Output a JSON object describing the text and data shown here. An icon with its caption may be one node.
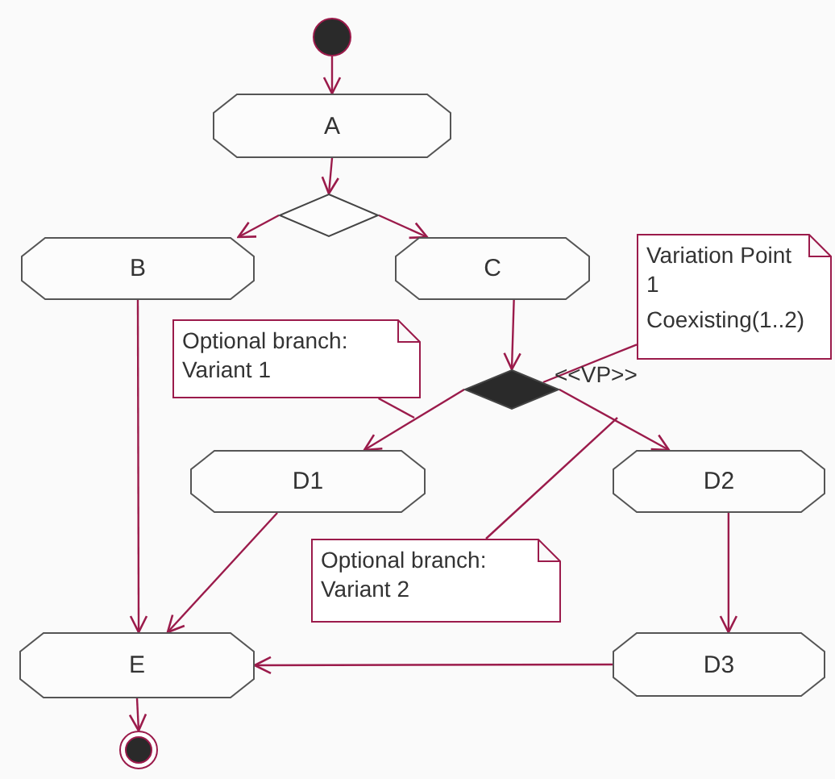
{
  "diagram": {
    "nodes": [
      {
        "text": [],
        "shape": "circle"
      },
      {
        "text": [
          "A"
        ]
      },
      {
        "text": [],
        "shape": "diamond"
      },
      {
        "text": [
          "B"
        ]
      },
      {
        "text": [
          "C"
        ]
      },
      {
        "text": [
          "Variation Point 1",
          "Coexisting(1..2)"
        ]
      },
      {
        "text": [
          "Optional branch: Variant 1"
        ]
      },
      {
        "text": [],
        "shape": "diamond",
        "beside": [
          "<<VP>>"
        ]
      },
      {
        "text": [
          "D1"
        ]
      },
      {
        "text": [
          "D2"
        ]
      },
      {
        "text": [
          "Optional branch: Variant 2"
        ]
      },
      {
        "text": [
          "E"
        ]
      },
      {
        "text": [
          "D3"
        ]
      },
      {
        "text": [],
        "shape": "circle"
      }
    ],
    "edges": [
      {
        "from": 0,
        "to": 1,
        "arrow": "to"
      },
      {
        "from": 1,
        "to": 2,
        "arrow": "to"
      },
      {
        "from": 2,
        "to": 3,
        "arrow": "to"
      },
      {
        "from": 2,
        "to": 4,
        "arrow": "to"
      },
      {
        "from": 4,
        "to": 7,
        "arrow": "to"
      },
      {
        "from": 7,
        "to": 8,
        "arrow": "to"
      },
      {
        "from": 7,
        "to": 9,
        "arrow": "to"
      },
      {
        "from": 3,
        "to": 11,
        "arrow": "to"
      },
      {
        "from": 8,
        "to": 11,
        "arrow": "to"
      },
      {
        "from": 9,
        "to": 12,
        "arrow": "to"
      },
      {
        "from": 12,
        "to": 11,
        "arrow": "to"
      },
      {
        "from": 11,
        "to": 13,
        "arrow": "to"
      },
      {
        "from": 6,
        "to": null,
        "arrow": "none"
      },
      {
        "from": 5,
        "to": 7,
        "arrow": "none"
      },
      {
        "from": 10,
        "to": null,
        "arrow": "none"
      }
    ]
  }
}
